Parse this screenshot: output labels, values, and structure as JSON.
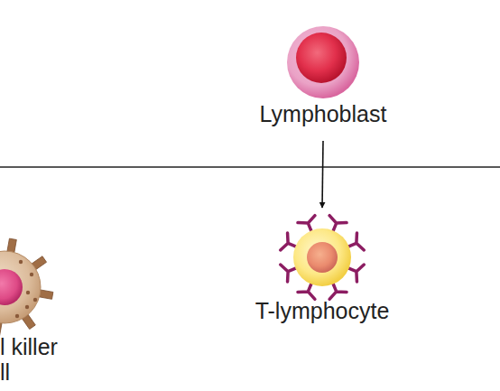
{
  "diagram": {
    "nodes": [
      {
        "text": [
          "Lymphoblast"
        ]
      },
      {
        "text": [
          "l killer ll"
        ]
      },
      {
        "text": [
          "T-lymphocyte"
        ]
      }
    ],
    "edges": [
      {
        "from": 0,
        "to": 2,
        "arrow": "to"
      }
    ]
  }
}
